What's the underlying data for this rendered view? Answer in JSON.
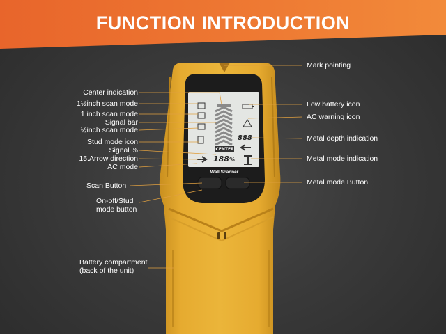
{
  "title": "FUNCTION INTRODUCTION",
  "device": {
    "brand_label": "Wall Scanner",
    "center_label": "CENTER",
    "signal_readout": "188",
    "signal_unit": "%",
    "depth_readout": "888"
  },
  "labels_left": [
    {
      "id": "center-indication",
      "text": "Center indication"
    },
    {
      "id": "one-half-inch-scan-mode",
      "text": "1½inch scan mode"
    },
    {
      "id": "one-inch-scan-mode",
      "text": "1 inch scan mode"
    },
    {
      "id": "signal-bar",
      "text": "Signal bar"
    },
    {
      "id": "half-inch-scan-mode",
      "text": "½inch scan mode"
    },
    {
      "id": "stud-mode-icon",
      "text": "Stud mode icon"
    },
    {
      "id": "signal-percent",
      "text": "Signal %"
    },
    {
      "id": "arrow-direction",
      "text": "15.Arrow direction"
    },
    {
      "id": "ac-mode",
      "text": "AC mode"
    },
    {
      "id": "scan-button",
      "text": "Scan Button"
    },
    {
      "id": "on-off-stud-button",
      "text": "On-off/Stud mode button"
    },
    {
      "id": "battery-compartment",
      "text": "Battery compartment (back of the unit)"
    }
  ],
  "labels_right": [
    {
      "id": "mark-pointing",
      "text": "Mark pointing"
    },
    {
      "id": "low-battery-icon",
      "text": "Low battery icon"
    },
    {
      "id": "ac-warning-icon",
      "text": "AC warning icon"
    },
    {
      "id": "metal-depth-indication",
      "text": "Metal depth indication"
    },
    {
      "id": "metal-mode-indication",
      "text": "Metal mode indication"
    },
    {
      "id": "metal-mode-button",
      "text": "Metal mode Button"
    }
  ],
  "colors": {
    "banner": "#ee7a33",
    "device_body": "#e3a72c",
    "device_dark": "#c98f1f",
    "screen_bezel": "#1c1c1c",
    "lcd": "#e4e6e3",
    "label_text": "#ffffff",
    "leader_line": "#e0a040"
  }
}
